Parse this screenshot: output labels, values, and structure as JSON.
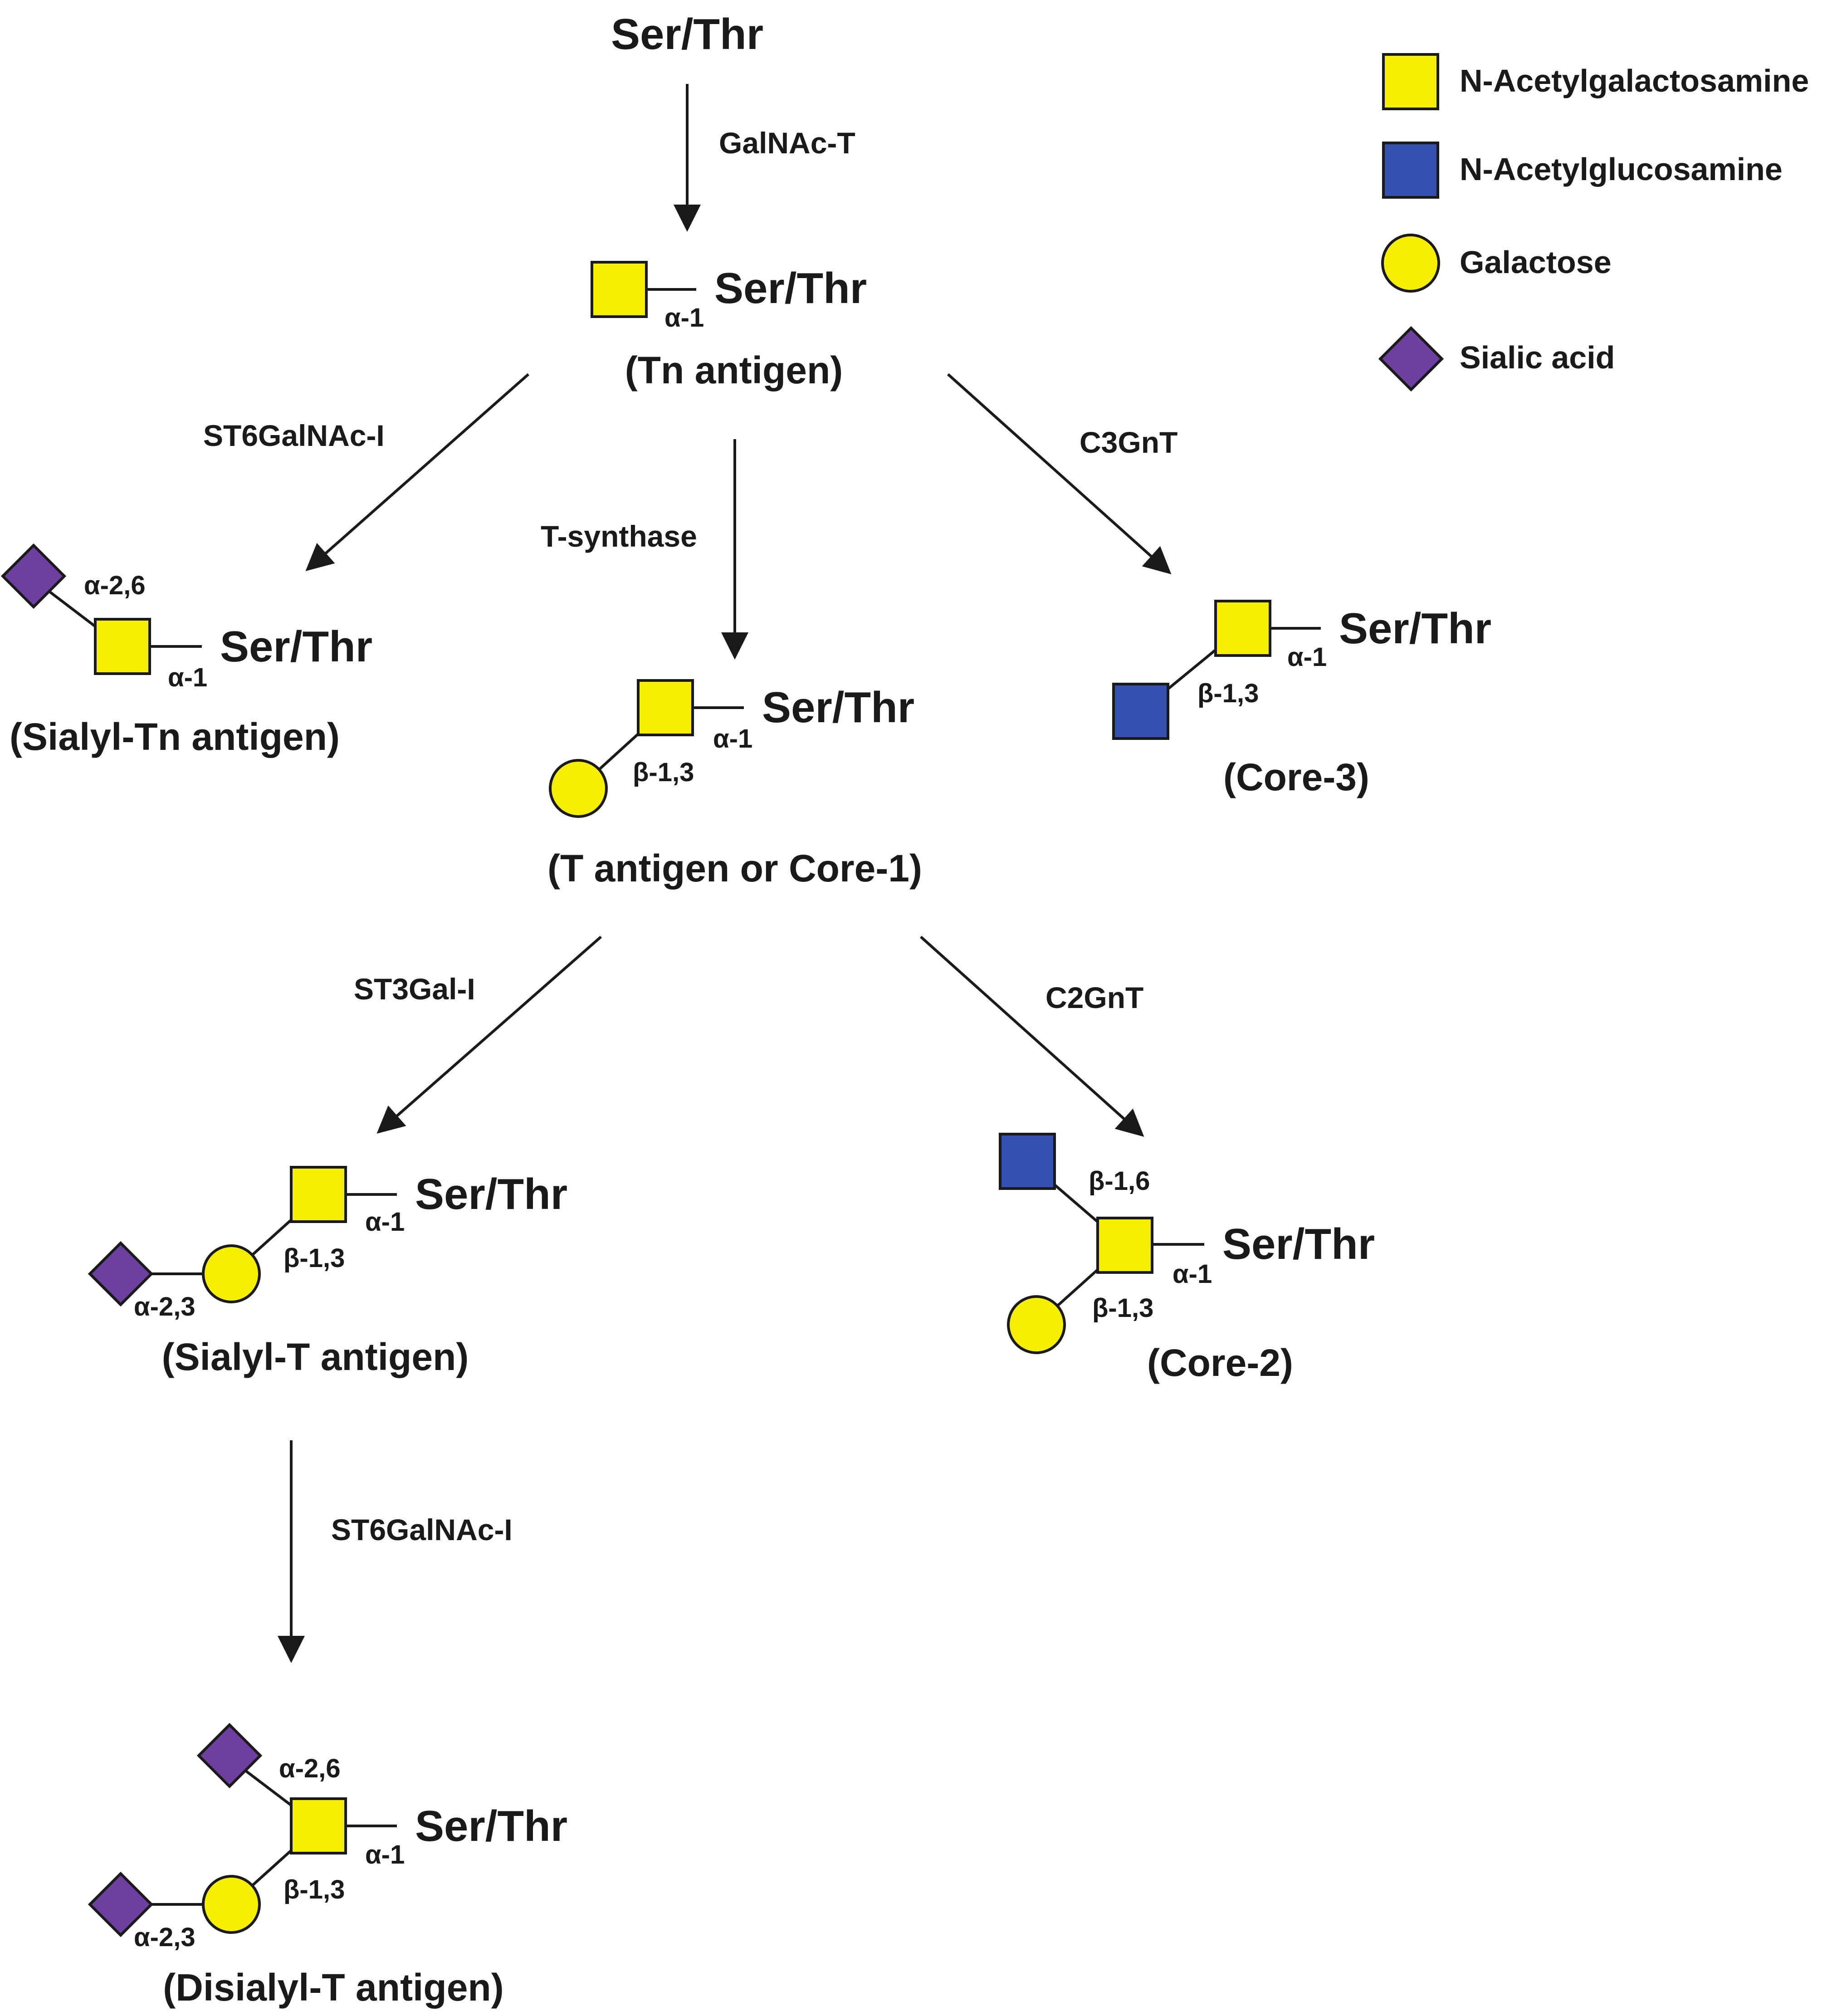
{
  "top": {
    "label": "Ser/Thr"
  },
  "colors": {
    "galnac": "#f7ef00",
    "glcnac": "#3451b0",
    "galactose": "#f7ef00",
    "sialic_acid": "#6a3f9f",
    "stroke": "#1a1a1a"
  },
  "legend": [
    {
      "shape": "square",
      "color": "#f7ef00",
      "label": "N-Acetylgalactosamine"
    },
    {
      "shape": "square",
      "color": "#3451b0",
      "label": "N-Acetylglucosamine"
    },
    {
      "shape": "circle",
      "color": "#f7ef00",
      "label": "Galactose"
    },
    {
      "shape": "diamond",
      "color": "#6a3f9f",
      "label": "Sialic acid"
    }
  ],
  "enzymes": {
    "galnac_t": "GalNAc-T",
    "st6galnac_1": "ST6GalNAc-I",
    "t_synthase": "T-synthase",
    "c3gnt": "C3GnT",
    "st3gal_1": "ST3Gal-I",
    "c2gnt": "C2GnT",
    "st6galnac_1b": "ST6GalNAc-I"
  },
  "structures": {
    "tn": {
      "site": "Ser/Thr",
      "name": "(Tn antigen)",
      "links": [
        "α-1"
      ]
    },
    "sialyl_tn": {
      "site": "Ser/Thr",
      "name": "(Sialyl-Tn antigen)",
      "links": [
        "α-2,6",
        "α-1"
      ]
    },
    "core1": {
      "site": "Ser/Thr",
      "name": "(T antigen or Core-1)",
      "links": [
        "α-1",
        "β-1,3"
      ]
    },
    "core3": {
      "site": "Ser/Thr",
      "name": "(Core-3)",
      "links": [
        "α-1",
        "β-1,3"
      ]
    },
    "sialyl_t": {
      "site": "Ser/Thr",
      "name": "(Sialyl-T antigen)",
      "links": [
        "α-1",
        "β-1,3",
        "α-2,3"
      ]
    },
    "core2": {
      "site": "Ser/Thr",
      "name": "(Core-2)",
      "links": [
        "β-1,6",
        "α-1",
        "β-1,3"
      ]
    },
    "disialyl_t": {
      "site": "Ser/Thr",
      "name": "(Disialyl-T antigen)",
      "links": [
        "α-2,6",
        "α-1",
        "β-1,3",
        "α-2,3"
      ]
    }
  }
}
